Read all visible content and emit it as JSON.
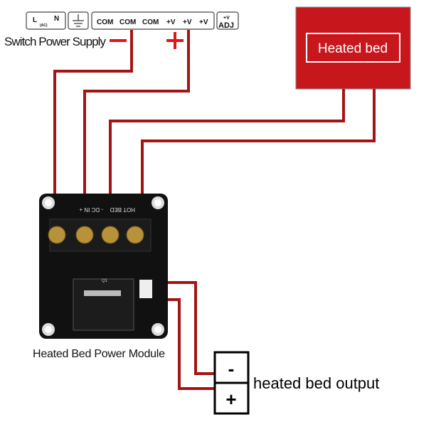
{
  "power_supply": {
    "label": "Switch Power Supply",
    "terminals": {
      "l": "L",
      "ac": "(AC)",
      "n": "N",
      "com1": "COM",
      "com2": "COM",
      "com3": "COM",
      "v1": "+V",
      "v2": "+V",
      "v3": "+V",
      "adj_top": "+V",
      "adj": "ADJ"
    },
    "minus": "−",
    "plus": "+"
  },
  "heated_bed": {
    "label": "Heated bed"
  },
  "module": {
    "label": "Heated Bed Power Module",
    "silkscreen": {
      "dc_in": "- DC IN +",
      "hot_bed": "HOT BED",
      "q1": "Q1"
    }
  },
  "output": {
    "minus": "-",
    "plus": "+",
    "label": "heated bed output"
  },
  "colors": {
    "wire": "#a31515",
    "bed": "#c8161d",
    "board": "#111111",
    "sign": "#e01515"
  }
}
